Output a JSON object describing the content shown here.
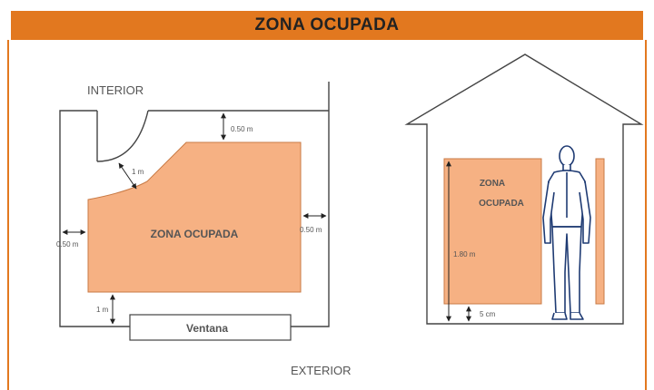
{
  "title": "ZONA OCUPADA",
  "floor_plan": {
    "interior_label": "INTERIOR",
    "exterior_label": "EXTERIOR",
    "zone_label": "ZONA OCUPADA",
    "window_label": "Ventana",
    "dim_top": "0.50 m",
    "dim_right": "0.50 m",
    "dim_left": "0.50 m",
    "dim_door": "1 m",
    "dim_window": "1 m"
  },
  "section": {
    "zone_line1": "ZONA",
    "zone_line2": "OCUPADA",
    "dim_height": "1.80 m",
    "dim_floor": "5 cm"
  },
  "colors": {
    "header": "#e2781f",
    "zone_fill": "#f6b183",
    "zone_stroke": "#c87a45",
    "figure": "#1f3b73"
  }
}
